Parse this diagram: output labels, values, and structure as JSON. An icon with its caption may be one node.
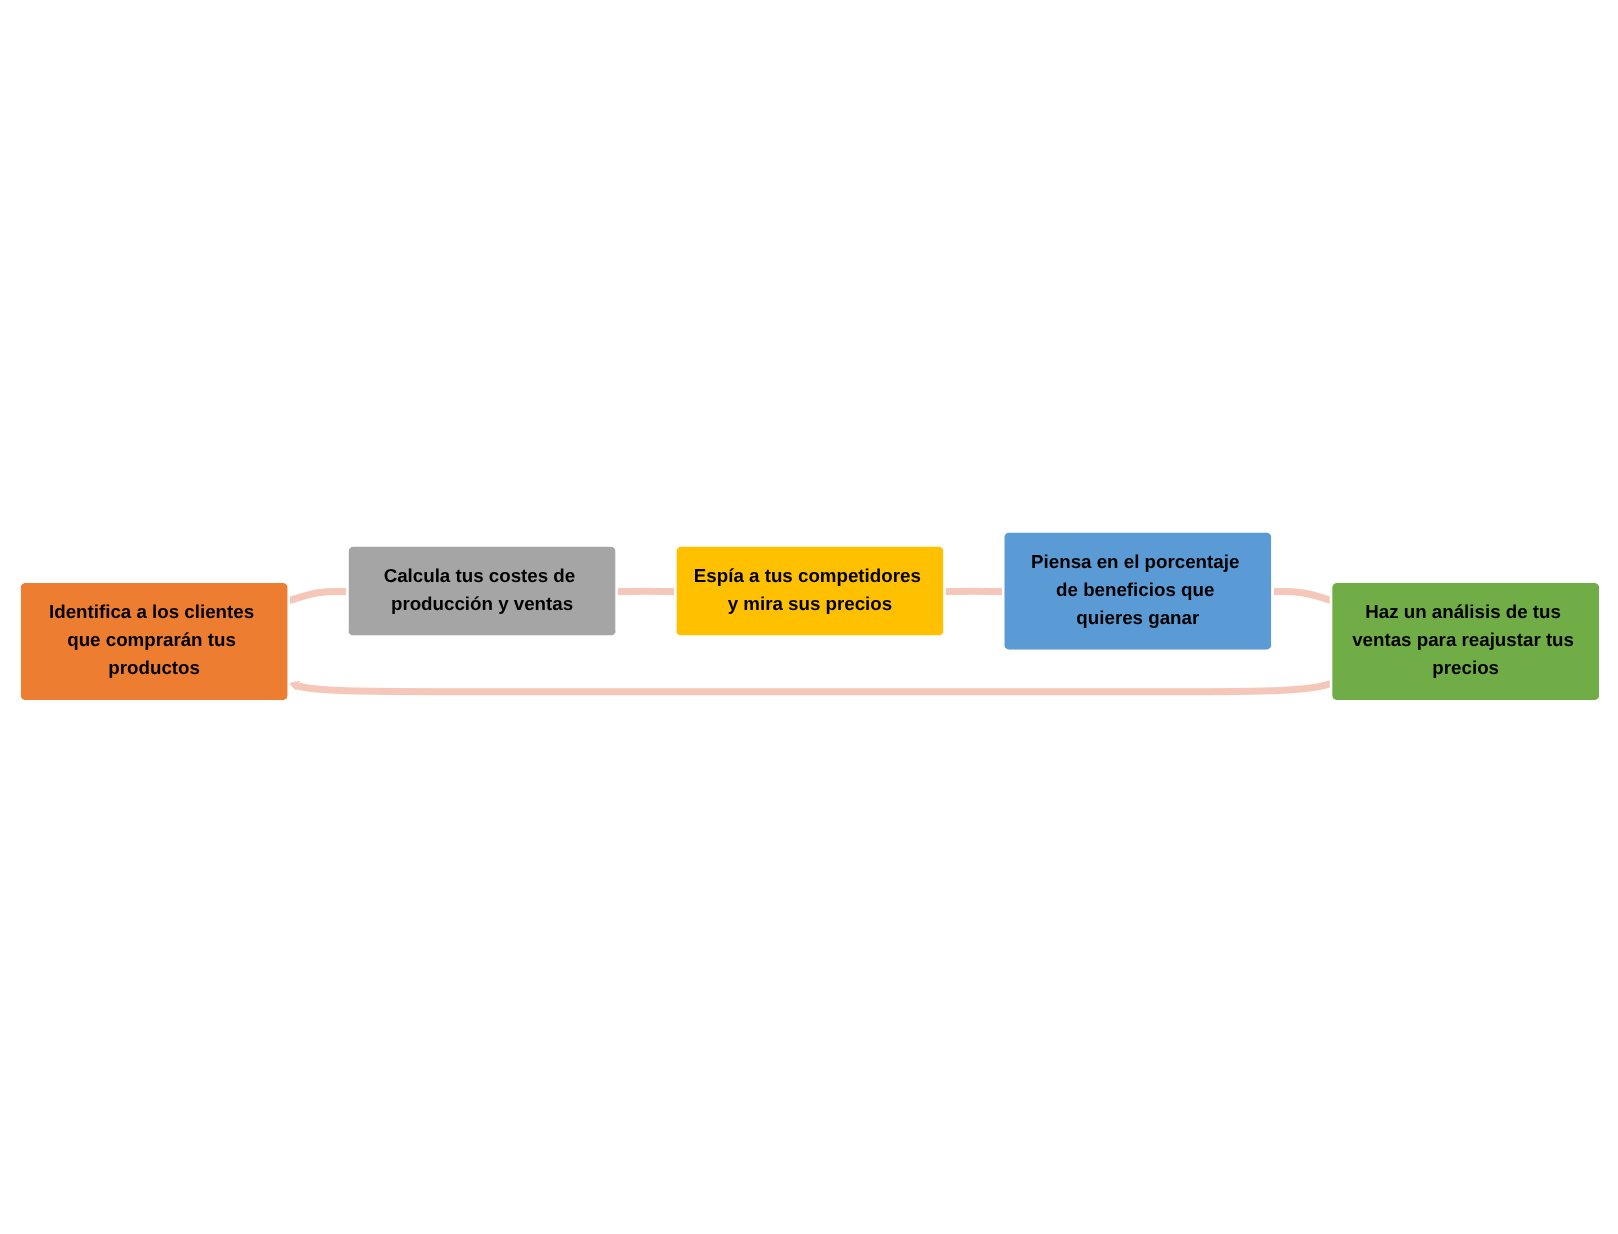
{
  "diagram": {
    "nodes": [
      {
        "text": [
          "Identifica a los clientes que comprarán tus productos"
        ]
      },
      {
        "text": [
          "Calcula tus costes de producción y ventas"
        ]
      },
      {
        "text": [
          "Espía a tus competidores y mira sus precios"
        ]
      },
      {
        "text": [
          "Piensa en el porcentaje de beneficios que quieres ganar"
        ]
      },
      {
        "text": [
          "Haz un análisis de tus ventas para reajustar tus precios"
        ]
      }
    ],
    "edges": [
      {
        "from": 0,
        "to": 1,
        "arrow": "none"
      },
      {
        "from": 1,
        "to": 2,
        "arrow": "none"
      },
      {
        "from": 2,
        "to": 3,
        "arrow": "none"
      },
      {
        "from": 3,
        "to": 4,
        "arrow": "none"
      },
      {
        "from": 4,
        "to": 0,
        "arrow": "to"
      }
    ]
  }
}
